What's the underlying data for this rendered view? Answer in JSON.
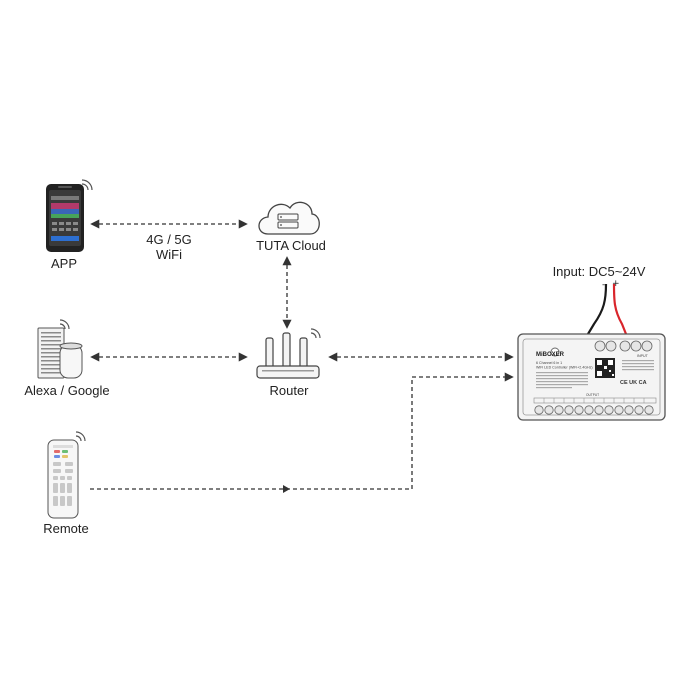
{
  "labels": {
    "app": "APP",
    "network_line1": "4G / 5G",
    "network_line2": "WiFi",
    "cloud": "TUTA Cloud",
    "assistant": "Alexa / Google",
    "router": "Router",
    "remote": "Remote",
    "input": "Input: DC5~24V",
    "polarity_minus": "-",
    "polarity_plus": "+"
  },
  "controller": {
    "brand": "MiBOXER",
    "model_line1": "6 Channel 6 in 1",
    "model_line2": "WiFi LED Controller (WiFi+2.4GHz)",
    "input_tag": "INPUT",
    "output_tag": "OUTPUT",
    "compliance": "CE UK CA"
  },
  "colors": {
    "line": "#333333",
    "wire_red": "#d9252b",
    "wire_black": "#1a1a1a",
    "device_outline": "#555555",
    "device_fill": "#f4f4f4"
  }
}
